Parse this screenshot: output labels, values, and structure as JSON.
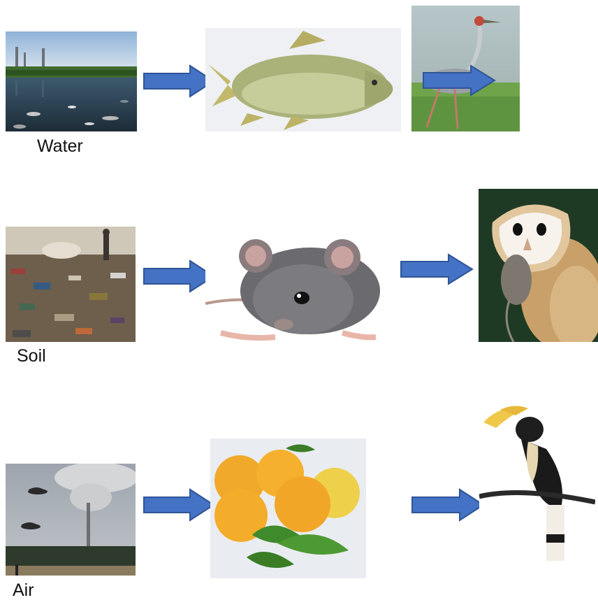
{
  "rows": [
    {
      "source_label": "Water",
      "source_image": "polluted-water-icon",
      "consumer_image": "fish-icon",
      "predator_image": "crane-icon"
    },
    {
      "source_label": "Soil",
      "source_image": "polluted-soil-icon",
      "consumer_image": "rat-icon",
      "predator_image": "owl-icon"
    },
    {
      "source_label": "Air",
      "source_image": "polluted-air-icon",
      "consumer_image": "oranges-icon",
      "predator_image": "hornbill-icon"
    }
  ],
  "colors": {
    "arrow_fill": "#4472c4",
    "arrow_stroke": "#2f5597"
  }
}
